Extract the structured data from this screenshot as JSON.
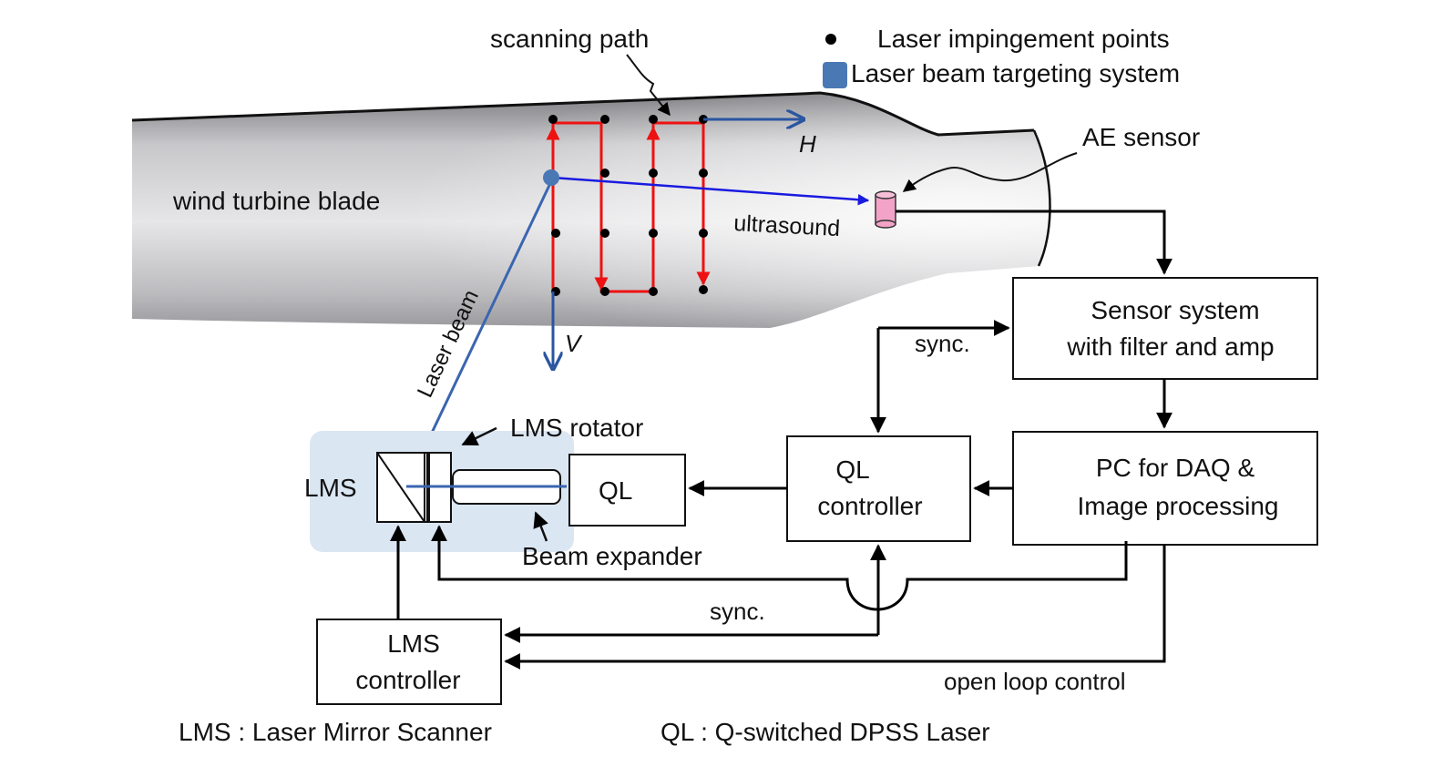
{
  "labels": {
    "scanning_path": "scanning path",
    "legend_points": "Laser  impingement  points",
    "legend_targeting": "Laser beam targeting system",
    "wind_turbine_blade": "wind turbine blade",
    "axis_h": "H",
    "axis_v": "V",
    "ae_sensor": "AE sensor",
    "ultrasound": "ultrasound",
    "laser_beam": "Laser beam",
    "lms": "LMS",
    "lms_rotator": "LMS rotator",
    "ql": "QL",
    "beam_expander": "Beam expander",
    "sync_top": "sync.",
    "sync_bottom": "sync.",
    "open_loop_control": "open loop control"
  },
  "boxes": {
    "sensor_system_line1": "Sensor system",
    "sensor_system_line2": "with filter and amp",
    "pc_line1": "PC for DAQ &",
    "pc_line2": "Image processing",
    "ql_controller_line1": "QL",
    "ql_controller_line2": "controller",
    "lms_controller_line1": "LMS",
    "lms_controller_line2": "controller"
  },
  "footnotes": {
    "lms_definition": "LMS : Laser Mirror Scanner",
    "ql_definition": "QL : Q-switched DPSS Laser"
  },
  "colors": {
    "scan_path": "#ee1111",
    "laser_beam": "#3a66b0",
    "ultrasound_arrow": "#1a1ae0",
    "targeting_marker": "#4a78b5",
    "sensor_fill": "#f3a3c8",
    "axis_arrow": "#2a55a0",
    "blade_fill": "#c4c4c6",
    "lms_highlight": "#dbe6f3"
  },
  "icons": {
    "impingement_point": "black-dot",
    "targeting_marker": "blue-square",
    "ae_sensor": "pink-cylinder"
  }
}
